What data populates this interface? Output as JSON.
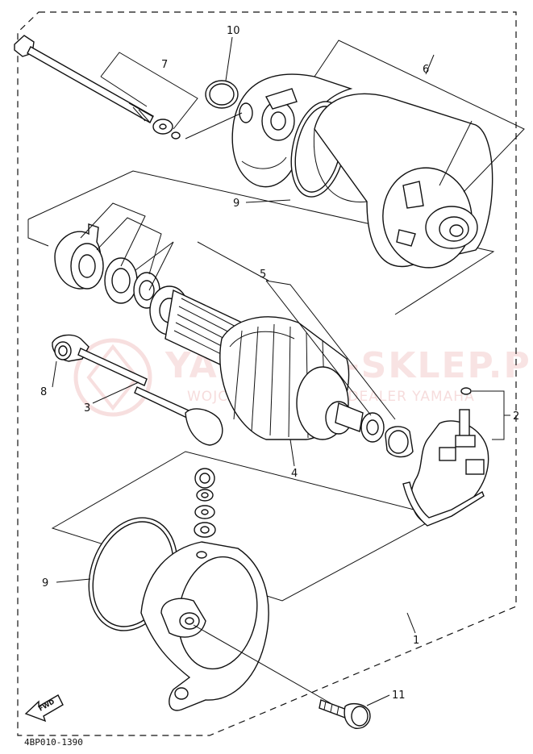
{
  "diagram": {
    "callouts": [
      "10",
      "7",
      "6",
      "9",
      "5",
      "8",
      "3",
      "4",
      "2",
      "9",
      "1",
      "11"
    ],
    "drawing_code": "4BP010-1390",
    "fwd_label": "FWD",
    "watermark": {
      "line1": "YAMAHA-SKLEP.PL",
      "line2": "WOJCIECH KOWIESKI DEALER YAMAHA"
    }
  }
}
